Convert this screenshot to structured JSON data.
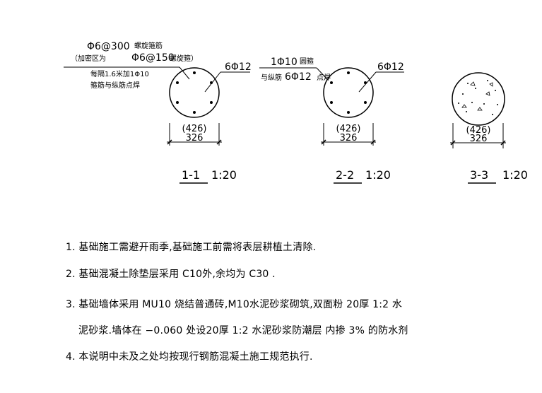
{
  "sections": [
    {
      "title": "1-1",
      "scale": "1:20",
      "outer_dim": "(426)",
      "inner_dim": "326",
      "rebar_label": "6Φ12",
      "callouts": {
        "spiral": "Φ6@300",
        "spiral_type": "螺旋箍筋",
        "dense_prefix": "（加密区为",
        "dense_spacing": "Φ6@150",
        "dense_type": "螺旋箍）",
        "hoop_rule": "每隔1.6米加1Φ10",
        "weld_note": "箍筋与纵筋点焊"
      }
    },
    {
      "title": "2-2",
      "scale": "1:20",
      "outer_dim": "(426)",
      "inner_dim": "326",
      "rebar_label": "6Φ12",
      "callouts": {
        "hoop": "1Φ10",
        "hoop_type": "圆箍",
        "with_main": "与纵筋",
        "main_bar": "6Φ12",
        "weld": "点焊"
      }
    },
    {
      "title": "3-3",
      "scale": "1:20",
      "outer_dim": "(426)",
      "inner_dim": "326"
    }
  ],
  "notes": [
    "1. 基础施工需避开雨季,基础施工前需将表层耕植土清除.",
    "2. 基础混凝土除垫层采用  C10外,余均为  C30  .",
    "3. 基础墙体采用 MU10 烧结普通砖,M10水泥砂浆砌筑,双面粉  20厚 1:2 水",
    "泥砂浆.墙体在 −0.060  处设20厚  1:2  水泥砂浆防潮层  内掺  3%  的防水剂",
    "4. 本说明中未及之处均按现行钢筋混凝土施工规范执行."
  ]
}
